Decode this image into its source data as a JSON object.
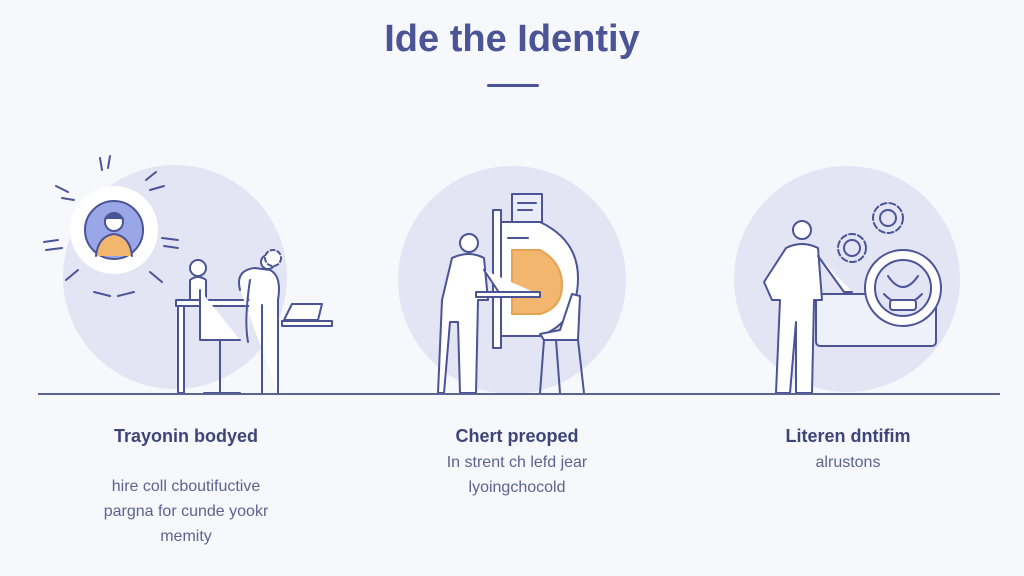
{
  "page": {
    "title": "Ide the Identiy"
  },
  "colors": {
    "background": "#f7f8fc",
    "circle": "#e3e5f4",
    "outline": "#4a5496",
    "accent": "#f2b66f",
    "text_primary": "#3d4578",
    "text_secondary": "#5c6390"
  },
  "panels": [
    {
      "illustration_icon": "avatar-with-person-at-desk",
      "title": "Trayonin bodyed",
      "body_lines": [
        "hire coll cboutifuctive",
        "pargna for cunde yookr",
        "memity"
      ]
    },
    {
      "illustration_icon": "person-with-chart-board",
      "title": "Chert preoped",
      "body_lines": [
        "In strent ch lefd jear",
        "lyoingchocold"
      ]
    },
    {
      "illustration_icon": "person-with-gears-and-device",
      "title": "Literen dntifim",
      "body_lines": [
        "alrustons"
      ]
    }
  ]
}
